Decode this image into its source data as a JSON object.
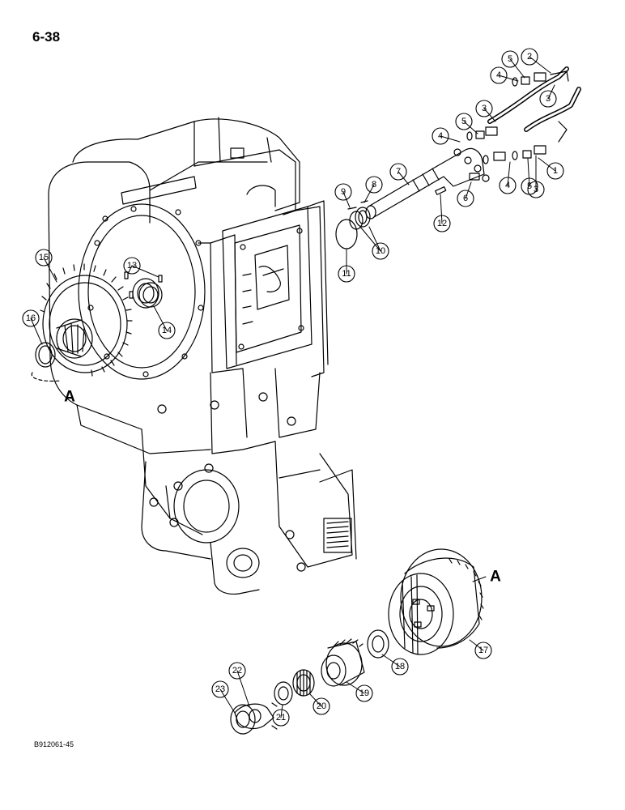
{
  "header": {
    "page_number": "6-38"
  },
  "footer": {
    "figure_id": "B912061-45"
  },
  "view_letters": [
    "A",
    "A"
  ],
  "callouts": [
    "1",
    "2",
    "3",
    "3",
    "3",
    "4",
    "4",
    "4",
    "5",
    "5",
    "5",
    "6",
    "7",
    "8",
    "9",
    "10",
    "11",
    "12",
    "13",
    "14",
    "15",
    "16",
    "17",
    "18",
    "19",
    "20",
    "21",
    "22",
    "23"
  ]
}
